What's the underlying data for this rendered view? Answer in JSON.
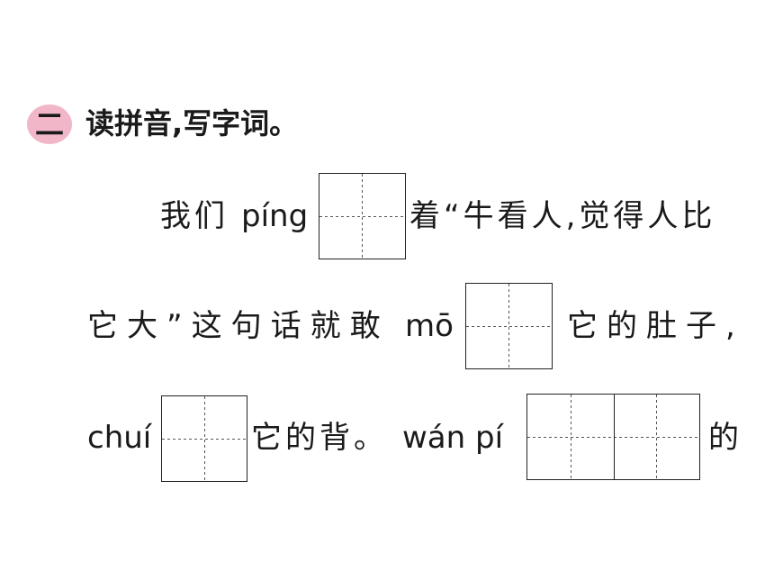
{
  "section": {
    "number": "二",
    "title": "读拼音,写字词。"
  },
  "lines": [
    {
      "before_pinyin": "我们",
      "pinyin": "píng",
      "after": "着“牛看人,觉得人比"
    },
    {
      "before_pinyin": "它大”这句话就敢",
      "pinyin": "mō",
      "after": "它的肚子,"
    },
    {
      "pinyin_1": "chuí",
      "after_1": "它的背。",
      "pinyin_2": "wán pí",
      "after_2": "的"
    }
  ]
}
